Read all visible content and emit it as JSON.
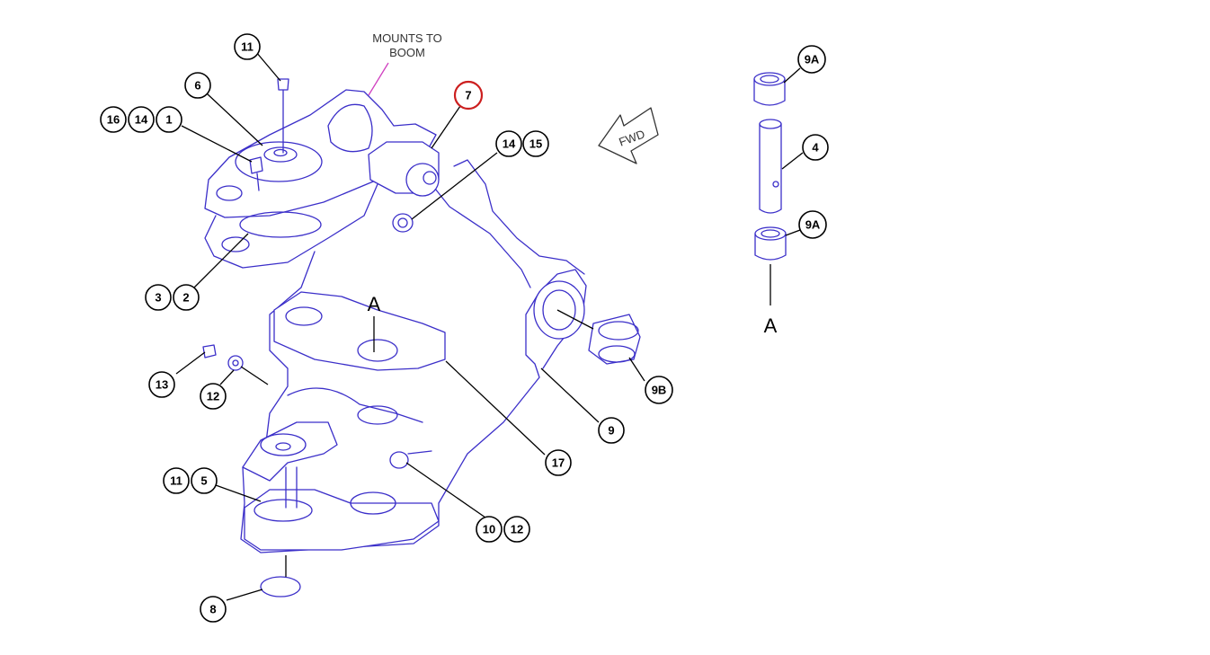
{
  "note": {
    "line1": "MOUNTS TO",
    "line2": "BOOM"
  },
  "direction_label": "FWD",
  "section_label": "A",
  "colors": {
    "outline": "#3b2fc9",
    "highlight": "#cc1f1f",
    "note_leader": "#d040c0"
  },
  "callouts": {
    "c11_top": "11",
    "c6": "6",
    "c16": "16",
    "c14a": "14",
    "c1": "1",
    "c7": "7",
    "c14b": "14",
    "c15": "15",
    "c3": "3",
    "c2": "2",
    "c13": "13",
    "c12a": "12",
    "c11b": "11",
    "c5": "5",
    "c8": "8",
    "c17": "17",
    "c10": "10",
    "c12b": "12",
    "c9": "9",
    "c9b": "9B",
    "c9a_top": "9A",
    "c4": "4",
    "c9a_bot": "9A"
  }
}
